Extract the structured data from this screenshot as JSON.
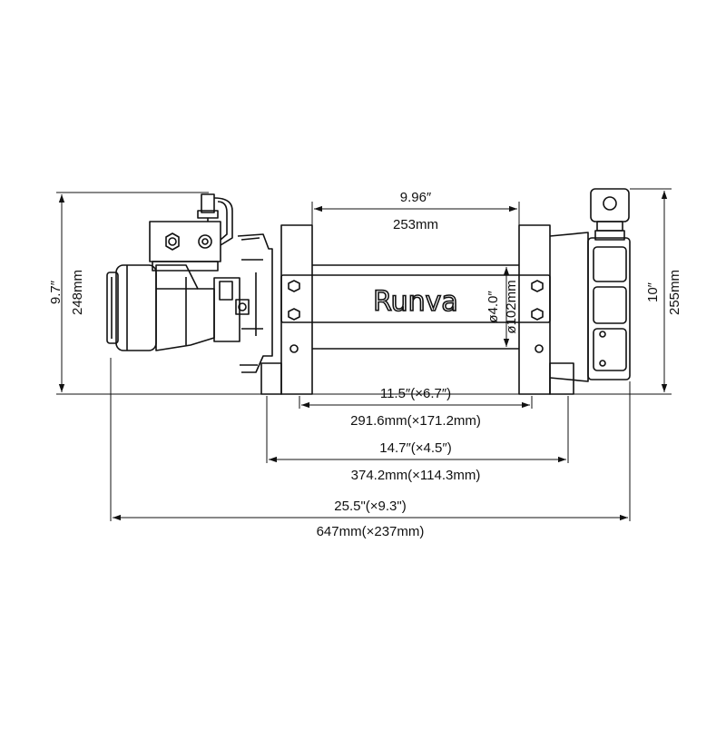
{
  "brand": "Runva",
  "dimensions": {
    "drum_length_in": "9.96″",
    "drum_length_mm": "253mm",
    "drum_dia_in": "ø4.0″",
    "drum_dia_mm": "ø102mm",
    "height_left_in": "9.7″",
    "height_left_mm": "248mm",
    "height_right_in": "10″",
    "height_right_mm": "255mm",
    "mount_inner_in": "11.5″(×6.7″)",
    "mount_inner_mm": "291.6mm(×171.2mm)",
    "mount_outer_in": "14.7″(×4.5″)",
    "mount_outer_mm": "374.2mm(×114.3mm)",
    "overall_in": "25.5\"(×9.3\")",
    "overall_mm": "647mm(×237mm)"
  }
}
